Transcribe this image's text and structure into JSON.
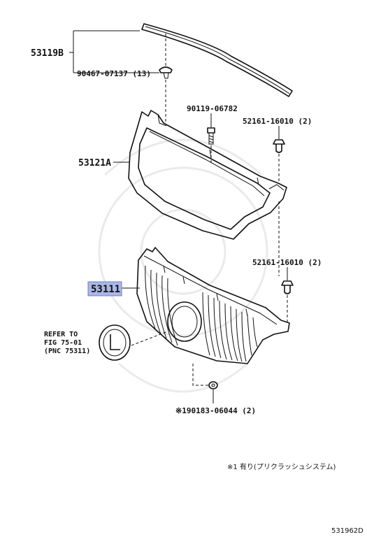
{
  "parts": {
    "molding_upper": "53119B",
    "clip_upper": "90467-07137 (13)",
    "bolt": "90119-06782",
    "grommet_upper": "52161-16010 (2)",
    "grille_frame": "53121A",
    "grommet_lower": "52161-16010 (2)",
    "grille": "53111",
    "nut": "※190183-06044 (2)"
  },
  "refer": {
    "line1": "REFER TO",
    "line2": "FIG 75-01",
    "line3": "(PNC 75311)"
  },
  "footnote": "※1 有り(プリクラッシュシステム)",
  "diagram_code": "531962D",
  "highlight_color": "#a9b8e6"
}
